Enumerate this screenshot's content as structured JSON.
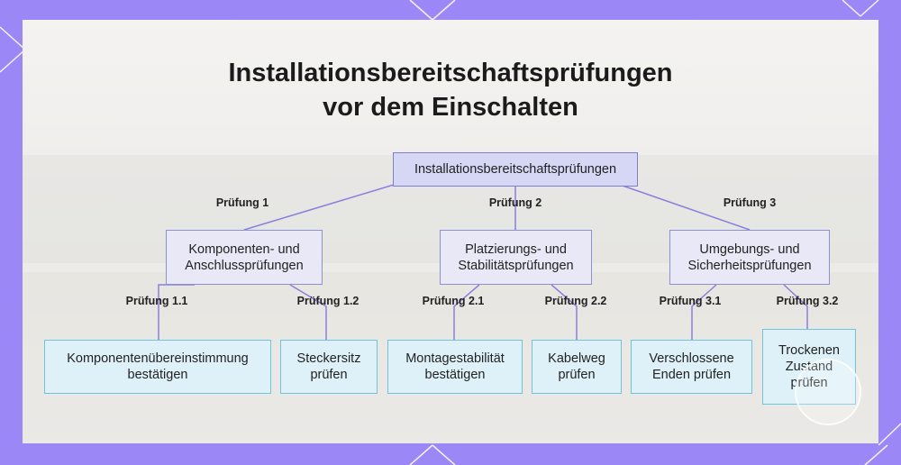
{
  "title": {
    "line1": "Installationsbereitschaftsprüfungen",
    "line2": "vor dem Einschalten"
  },
  "colors": {
    "frame": "#9b87f5",
    "root_fill": "#d6d6f5",
    "mid_fill": "#e9e8f7",
    "leaf_fill": "#dff1f8",
    "leaf_border": "#6ec3de",
    "edge": "#8a7fe0"
  },
  "tree": {
    "root": {
      "label": "Installationsbereitschaftsprüfungen"
    },
    "branches": [
      {
        "edge_label": "Prüfung 1",
        "node": {
          "label": "Komponenten- und Anschlussprüfungen"
        },
        "children": [
          {
            "edge_label": "Prüfung 1.1",
            "label": "Komponentenübereinstimmung bestätigen"
          },
          {
            "edge_label": "Prüfung 1.2",
            "label": "Steckersitz prüfen"
          }
        ]
      },
      {
        "edge_label": "Prüfung 2",
        "node": {
          "label": "Platzierungs- und Stabilitätsprüfungen"
        },
        "children": [
          {
            "edge_label": "Prüfung 2.1",
            "label": "Montagestabilität bestätigen"
          },
          {
            "edge_label": "Prüfung 2.2",
            "label": "Kabelweg prüfen"
          }
        ]
      },
      {
        "edge_label": "Prüfung 3",
        "node": {
          "label": "Umgebungs- und Sicherheitsprüfungen"
        },
        "children": [
          {
            "edge_label": "Prüfung 3.1",
            "label": "Verschlossene Enden prüfen"
          },
          {
            "edge_label": "Prüfung 3.2",
            "label": "Trockenen Zustand prüfen"
          }
        ]
      }
    ]
  }
}
